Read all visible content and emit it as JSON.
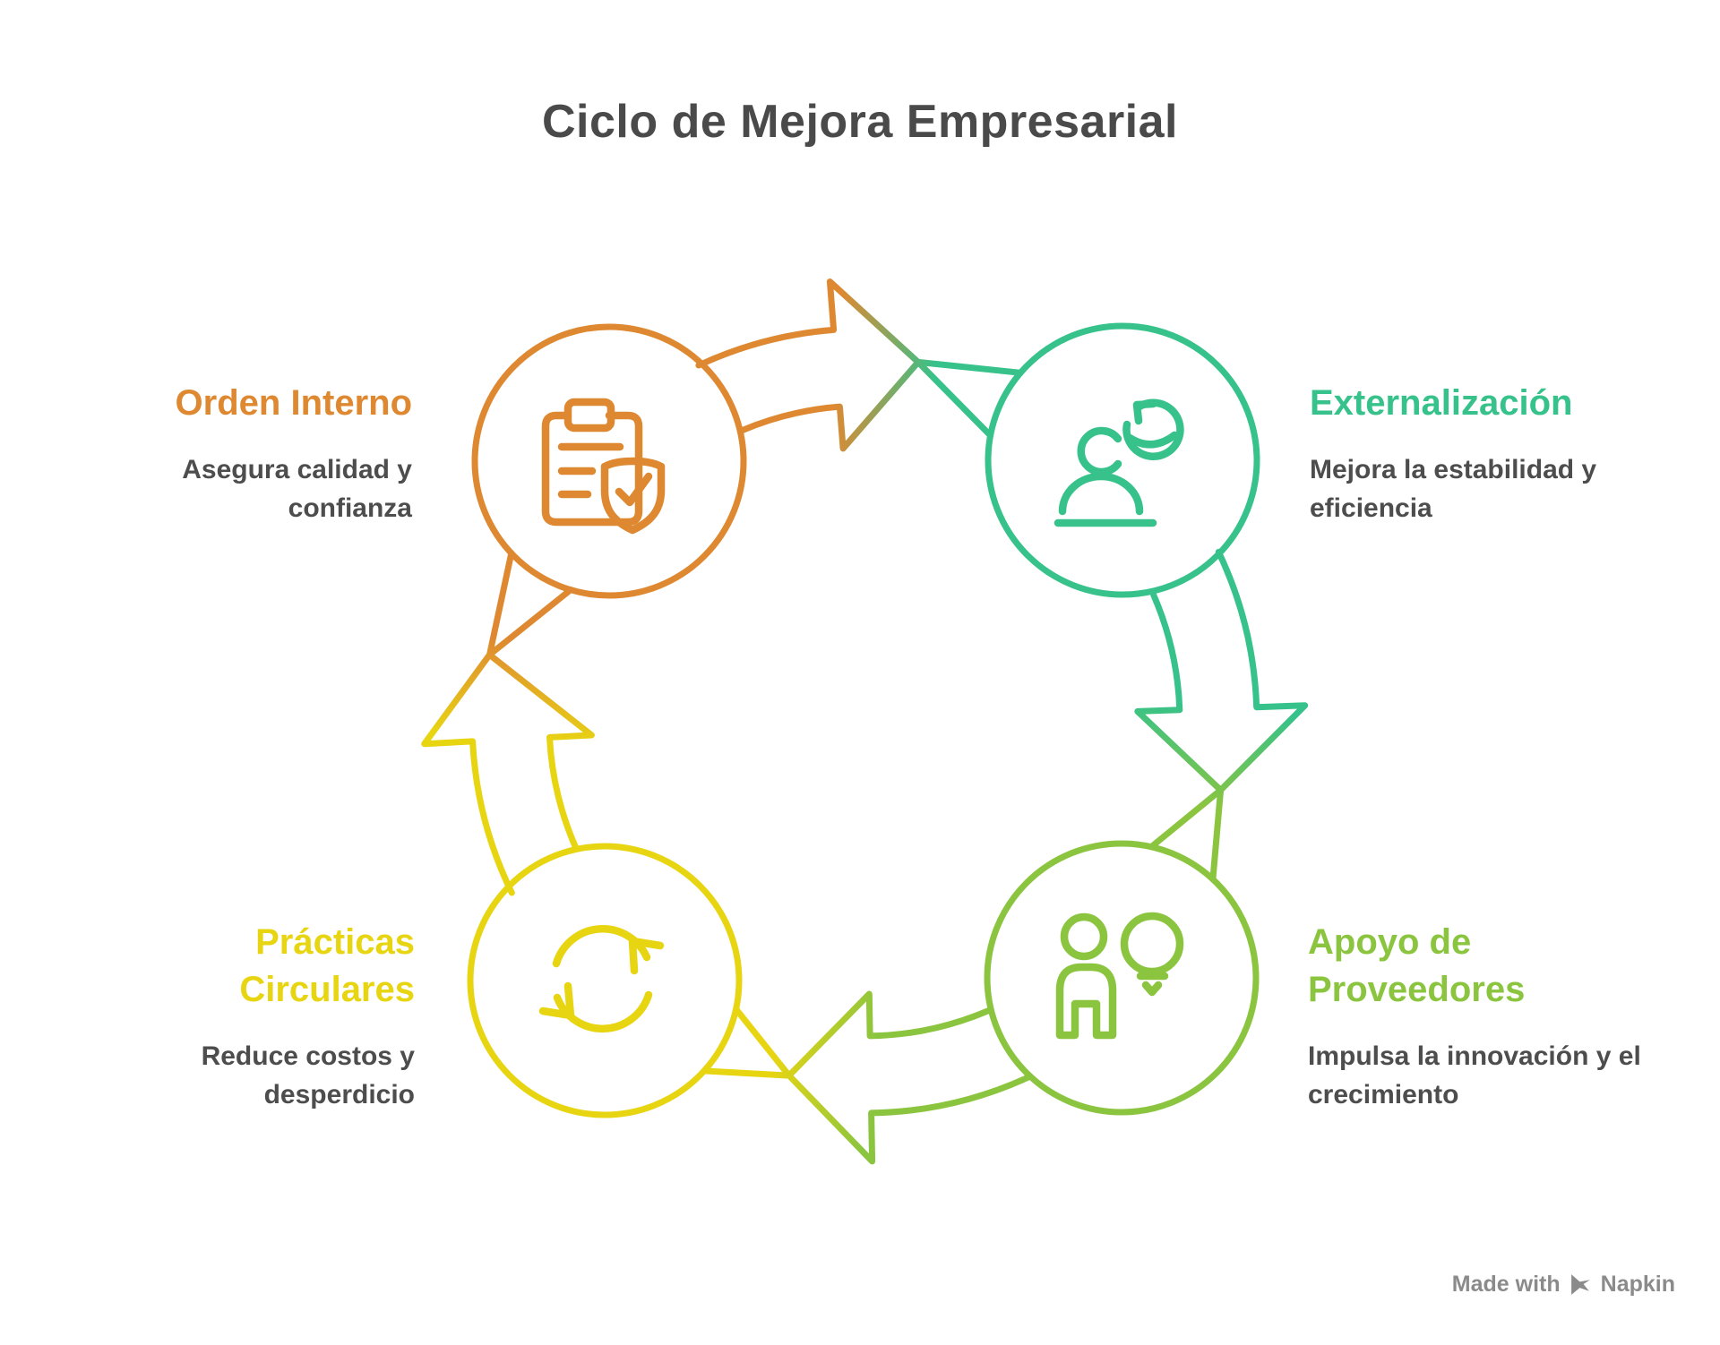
{
  "title": "Ciclo de Mejora Empresarial",
  "colors": {
    "title_text": "#4A4A4A",
    "description_text": "#4D4D4D",
    "footer_text": "#8B8B8B",
    "orange": "#DE8931",
    "green": "#36C28A",
    "lime": "#8BC53F",
    "yellow": "#E8D512"
  },
  "nodes": [
    {
      "id": "orden-interno",
      "label": "Orden Interno",
      "label_lines": [
        "Orden Interno"
      ],
      "description": "Asegura calidad y confianza",
      "desc_lines": [
        "Asegura calidad y",
        "confianza"
      ],
      "color": "#DE8931",
      "icon": "clipboard-check-icon"
    },
    {
      "id": "externalizacion",
      "label": "Externalización",
      "label_lines": [
        "Externalización"
      ],
      "description": "Mejora la estabilidad y eficiencia",
      "desc_lines": [
        "Mejora la estabilidad y",
        "eficiencia"
      ],
      "color": "#36C28A",
      "icon": "person-sync-icon"
    },
    {
      "id": "apoyo-de-proveedores",
      "label": "Apoyo de Proveedores",
      "label_lines": [
        "Apoyo de",
        "Proveedores"
      ],
      "description": "Impulsa la innovación y el crecimiento",
      "desc_lines": [
        "Impulsa la innovación y el",
        "crecimiento"
      ],
      "color": "#8BC53F",
      "icon": "person-idea-icon"
    },
    {
      "id": "practicas-circulares",
      "label": "Prácticas Circulares",
      "label_lines": [
        "Prácticas",
        "Circulares"
      ],
      "description": "Reduce costos y desperdicio",
      "desc_lines": [
        "Reduce costos y",
        "desperdicio"
      ],
      "color": "#E8D512",
      "icon": "circular-arrows-icon"
    }
  ],
  "footer": {
    "made_with": "Made with",
    "brand": "Napkin"
  }
}
